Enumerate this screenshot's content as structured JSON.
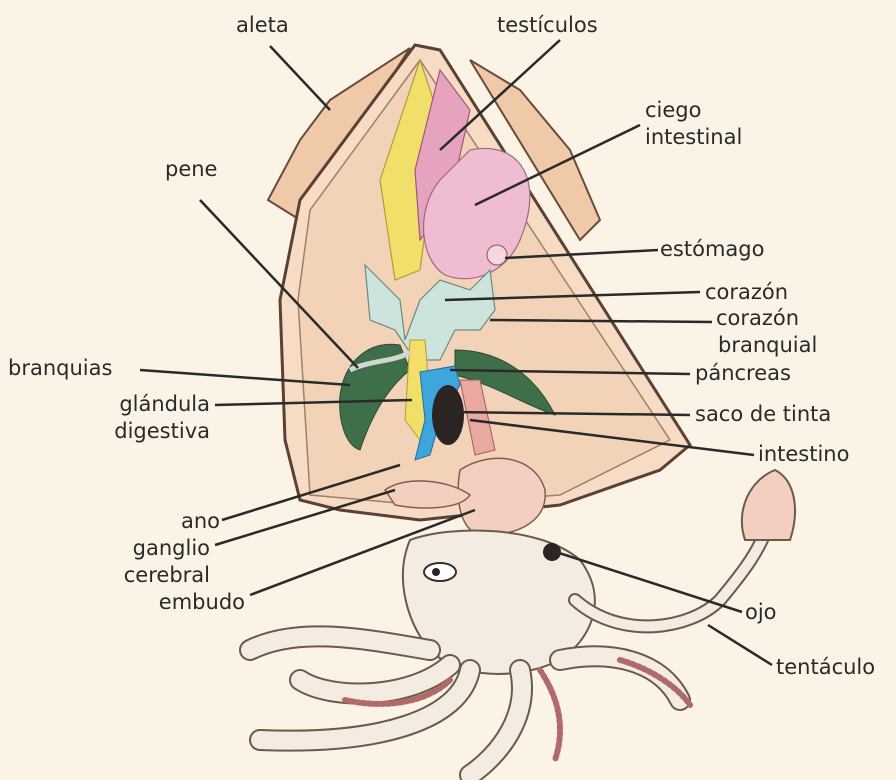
{
  "labels": {
    "aleta": "aleta",
    "testiculos": "testículos",
    "ciego_1": "ciego",
    "ciego_2": "intestinal",
    "pene": "pene",
    "estomago": "estómago",
    "corazon": "corazón",
    "corazon_branquial_1": "corazón",
    "corazon_branquial_2": "branquial",
    "branquias": "branquias",
    "pancreas": "páncreas",
    "glandula_1": "glándula",
    "glandula_2": "digestiva",
    "saco_tinta": "saco de tinta",
    "intestino": "intestino",
    "ano": "ano",
    "ganglio_1": "ganglio",
    "ganglio_2": "cerebral",
    "embudo": "embudo",
    "ojo": "ojo",
    "tentaculo": "tentáculo"
  },
  "colors": {
    "background": "#faf3e6",
    "mantle": "#f3d7bd",
    "testes": "#e6a3bf",
    "cecum": "#efbcd2",
    "gland": "#f2df6a",
    "pancreas": "#3fa6dd",
    "ink_sac": "#2b2422",
    "gills": "#3f6f4a",
    "heart": "#cde4dc",
    "head": "#f4ece2",
    "suckers": "#b06a6a",
    "leader": "#2a2a2a"
  }
}
